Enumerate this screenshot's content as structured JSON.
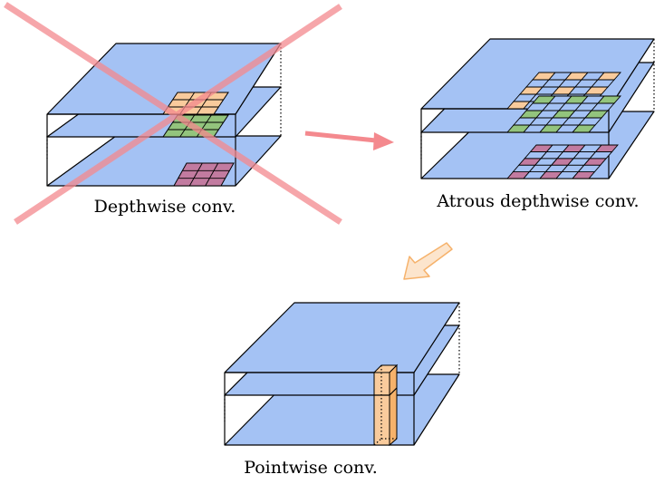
{
  "captions": {
    "depthwise": "Depthwise conv.",
    "atrous": "Atrous depthwise conv.",
    "pointwise": "Pointwise conv."
  },
  "colors": {
    "plane": "#a4c2f4",
    "orange": "#f9cb9c",
    "green": "#93c47d",
    "purple": "#c27ba0",
    "cross": "#f4898e",
    "arrow_red": "#f4898e",
    "arrow_orange_fill": "#fce5cd",
    "arrow_orange_stroke": "#f6b26b",
    "column_fill": "#f9cb9c"
  },
  "icons": {
    "cross_mark": "x-cross-icon",
    "arrow_right": "arrow-right-icon",
    "arrow_down_left": "arrow-down-left-icon"
  }
}
